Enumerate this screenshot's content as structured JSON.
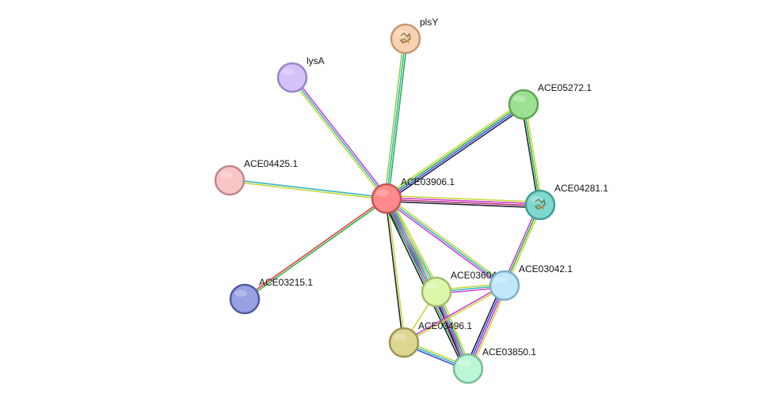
{
  "network": {
    "nodes": [
      {
        "id": "ACE03906.1",
        "label": "ACE03906.1",
        "color": "#ff8a8a",
        "stroke": "#c25555"
      },
      {
        "id": "plsY",
        "label": "plsY",
        "color": "#f9d2b3",
        "stroke": "#c79772",
        "icon": "protein-structure-icon"
      },
      {
        "id": "lysA",
        "label": "lysA",
        "color": "#d3c2f8",
        "stroke": "#9a85c9"
      },
      {
        "id": "ACE05272.1",
        "label": "ACE05272.1",
        "color": "#9ee093",
        "stroke": "#5da552"
      },
      {
        "id": "ACE04425.1",
        "label": "ACE04425.1",
        "color": "#f8c6c6",
        "stroke": "#c08888"
      },
      {
        "id": "ACE04281.1",
        "label": "ACE04281.1",
        "color": "#7fd8cf",
        "stroke": "#3f9e94",
        "icon": "protein-structure-icon"
      },
      {
        "id": "ACE03215.1",
        "label": "ACE03215.1",
        "color": "#98a2e2",
        "stroke": "#4f5aa3"
      },
      {
        "id": "ACE03604",
        "label": "ACE03604",
        "color": "#ddf6aa",
        "stroke": "#a2bb6c"
      },
      {
        "id": "ACE03042.1",
        "label": "ACE03042.1",
        "color": "#c2e7fb",
        "stroke": "#7eaec8"
      },
      {
        "id": "ACE03496.1",
        "label": "ACE03496.1",
        "color": "#dcd690",
        "stroke": "#9c9550"
      },
      {
        "id": "ACE03850.1",
        "label": "ACE03850.1",
        "color": "#bbf7d6",
        "stroke": "#78bc98"
      }
    ],
    "edges": [
      {
        "source": "ACE03906.1",
        "target": "plsY",
        "colors": [
          "#9bd23c",
          "#33b8c0",
          "#2bb34a"
        ]
      },
      {
        "source": "ACE03906.1",
        "target": "lysA",
        "colors": [
          "#c8d638",
          "#33b8c0",
          "#d040d0"
        ]
      },
      {
        "source": "ACE03906.1",
        "target": "ACE05272.1",
        "colors": [
          "#c8d638",
          "#2bb34a",
          "#4050d8",
          "#222255"
        ]
      },
      {
        "source": "ACE03906.1",
        "target": "ACE04425.1",
        "colors": [
          "#c8d638",
          "#33b8c0"
        ]
      },
      {
        "source": "ACE03906.1",
        "target": "ACE04281.1",
        "colors": [
          "#c8d638",
          "#d040d0",
          "#b43a7a",
          "#222233"
        ]
      },
      {
        "source": "ACE03906.1",
        "target": "ACE03215.1",
        "colors": [
          "#2bb34a",
          "#e23a3a"
        ]
      },
      {
        "source": "ACE03906.1",
        "target": "ACE03604",
        "colors": [
          "#c8d638",
          "#33b8c0",
          "#d040d0",
          "#2bb34a",
          "#4050d8"
        ]
      },
      {
        "source": "ACE03906.1",
        "target": "ACE03042.1",
        "colors": [
          "#c8d638",
          "#33b8c0",
          "#d040d0"
        ]
      },
      {
        "source": "ACE03906.1",
        "target": "ACE03496.1",
        "colors": [
          "#c8d638",
          "#222233"
        ]
      },
      {
        "source": "ACE03906.1",
        "target": "ACE03850.1",
        "colors": [
          "#c8d638",
          "#33b8c0",
          "#d040d0",
          "#2bb34a",
          "#222233"
        ]
      },
      {
        "source": "ACE05272.1",
        "target": "ACE04281.1",
        "colors": [
          "#c8d638",
          "#2bb34a",
          "#222233"
        ]
      },
      {
        "source": "ACE04281.1",
        "target": "ACE03042.1",
        "colors": [
          "#c8d638",
          "#2bb34a",
          "#d040d0"
        ]
      },
      {
        "source": "ACE03604",
        "target": "ACE03042.1",
        "colors": [
          "#c8d638",
          "#33b8c0",
          "#d040d0"
        ]
      },
      {
        "source": "ACE03604",
        "target": "ACE03850.1",
        "colors": [
          "#c8d638",
          "#33b8c0",
          "#d040d0",
          "#222233"
        ]
      },
      {
        "source": "ACE03604",
        "target": "ACE03496.1",
        "colors": [
          "#c8d638"
        ]
      },
      {
        "source": "ACE03042.1",
        "target": "ACE03496.1",
        "colors": [
          "#c8d638",
          "#d040d0"
        ]
      },
      {
        "source": "ACE03042.1",
        "target": "ACE03850.1",
        "colors": [
          "#c8d638",
          "#d040d0",
          "#4050d8",
          "#222233"
        ]
      },
      {
        "source": "ACE03496.1",
        "target": "ACE03850.1",
        "colors": [
          "#c8d638",
          "#33b8c0",
          "#4050d8"
        ]
      }
    ]
  }
}
